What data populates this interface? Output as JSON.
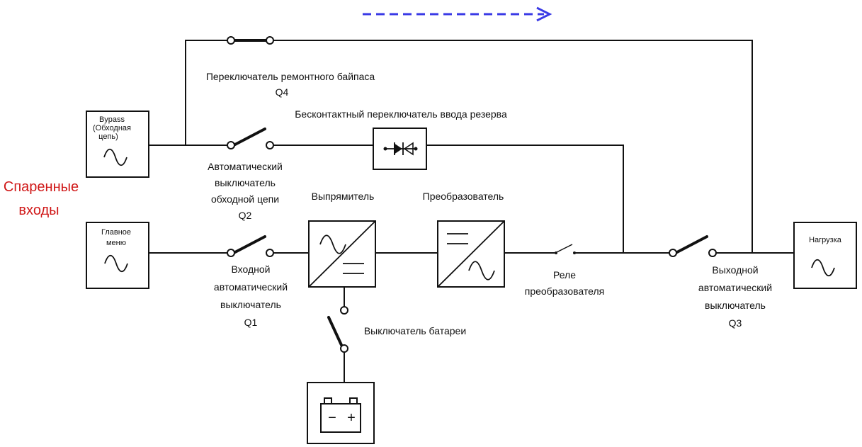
{
  "colors": {
    "line": "#111111",
    "flow_arrow": "#3a3ae6",
    "paired_inputs_text": "#d01818"
  },
  "paired_inputs": [
    "Спаренные",
    "входы"
  ],
  "sources": {
    "bypass": [
      "Bypass",
      "(Обходная",
      "цепь)"
    ],
    "main": [
      "Главное",
      "меню"
    ],
    "load": [
      "Нагрузка"
    ]
  },
  "switches": {
    "q4": [
      "Переключатель ремонтного байпаса",
      "Q4"
    ],
    "q2": [
      "Автоматический",
      "выключатель",
      "обходной цепи",
      "Q2"
    ],
    "q1": [
      "Входной",
      "автоматический",
      "выключатель",
      "Q1"
    ],
    "q3": [
      "Выходной",
      "автоматический",
      "выключатель",
      "Q3"
    ],
    "battery_switch": "Выключатель батареи"
  },
  "blocks": {
    "static_switch": "Бесконтактный переключатель ввода резерва",
    "rectifier": "Выпрямитель",
    "inverter": "Преобразователь",
    "inverter_relay": [
      "Реле",
      "преобразователя"
    ]
  },
  "battery_symbol": {
    "minus": "−",
    "plus": "+"
  },
  "icons": {
    "flow": "dashed-arrow-icon",
    "ac": "sine-wave-icon",
    "static_switch": "thyristor-icon",
    "battery": "battery-icon"
  }
}
